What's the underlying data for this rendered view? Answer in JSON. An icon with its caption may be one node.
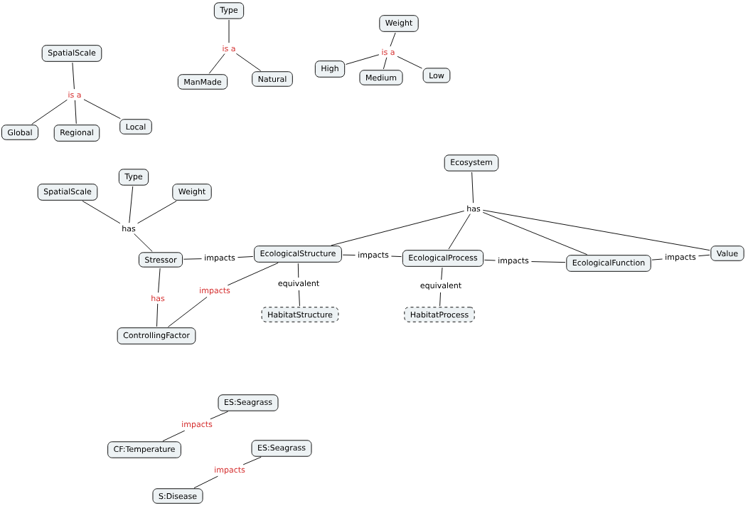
{
  "diagram": {
    "nodes": [
      {
        "text": [
          "Type"
        ]
      },
      {
        "text": [
          "is a"
        ]
      },
      {
        "text": [
          "Weight"
        ]
      },
      {
        "text": [
          "is a"
        ]
      },
      {
        "text": [
          "SpatialScale"
        ]
      },
      {
        "text": [
          "is a"
        ]
      },
      {
        "text": [
          "ManMade"
        ]
      },
      {
        "text": [
          "Natural"
        ]
      },
      {
        "text": [
          "High"
        ]
      },
      {
        "text": [
          "Medium"
        ]
      },
      {
        "text": [
          "Low"
        ]
      },
      {
        "text": [
          "Global"
        ]
      },
      {
        "text": [
          "Regional"
        ]
      },
      {
        "text": [
          "Local"
        ]
      },
      {
        "text": [
          "Ecosystem"
        ]
      },
      {
        "text": [
          "Type"
        ]
      },
      {
        "text": [
          "SpatialScale"
        ]
      },
      {
        "text": [
          "Weight"
        ]
      },
      {
        "text": [
          "has"
        ]
      },
      {
        "text": [
          "has"
        ]
      },
      {
        "text": [
          "Stressor"
        ]
      },
      {
        "text": [
          "impacts"
        ]
      },
      {
        "text": [
          "EcologicalStructure"
        ]
      },
      {
        "text": [
          "impacts"
        ]
      },
      {
        "text": [
          "EcologicalProcess"
        ]
      },
      {
        "text": [
          "impacts"
        ]
      },
      {
        "text": [
          "EcologicalFunction"
        ]
      },
      {
        "text": [
          "impacts"
        ]
      },
      {
        "text": [
          "Value"
        ]
      },
      {
        "text": [
          "equivalent"
        ]
      },
      {
        "text": [
          "equivalent"
        ]
      },
      {
        "text": [
          "has"
        ]
      },
      {
        "text": [
          "impacts"
        ]
      },
      {
        "text": [
          "HabitatStructure"
        ]
      },
      {
        "text": [
          "HabitatProcess"
        ]
      },
      {
        "text": [
          "ControllingFactor"
        ]
      },
      {
        "text": [
          "ES:Seagrass"
        ]
      },
      {
        "text": [
          "impacts"
        ]
      },
      {
        "text": [
          "ES:Seagrass"
        ]
      },
      {
        "text": [
          "CF:Temperature"
        ]
      },
      {
        "text": [
          "impacts"
        ]
      },
      {
        "text": [
          "S:Disease"
        ]
      }
    ],
    "edges": [
      {
        "from": 0,
        "to": 1,
        "arrow": "none"
      },
      {
        "from": 1,
        "to": 6,
        "arrow": "none"
      },
      {
        "from": 1,
        "to": 7,
        "arrow": "none"
      },
      {
        "from": 2,
        "to": 3,
        "arrow": "none"
      },
      {
        "from": 3,
        "to": 8,
        "arrow": "none"
      },
      {
        "from": 3,
        "to": 9,
        "arrow": "none"
      },
      {
        "from": 3,
        "to": 10,
        "arrow": "none"
      },
      {
        "from": 4,
        "to": 5,
        "arrow": "none"
      },
      {
        "from": 5,
        "to": 11,
        "arrow": "none"
      },
      {
        "from": 5,
        "to": 12,
        "arrow": "none"
      },
      {
        "from": 5,
        "to": 13,
        "arrow": "none"
      },
      {
        "from": 16,
        "to": 18,
        "arrow": "none"
      },
      {
        "from": 15,
        "to": 18,
        "arrow": "none"
      },
      {
        "from": 17,
        "to": 18,
        "arrow": "none"
      },
      {
        "from": 18,
        "to": 20,
        "arrow": "none"
      },
      {
        "from": 14,
        "to": 19,
        "arrow": "none"
      },
      {
        "from": 19,
        "to": 22,
        "arrow": "none"
      },
      {
        "from": 19,
        "to": 24,
        "arrow": "none"
      },
      {
        "from": 19,
        "to": 26,
        "arrow": "none"
      },
      {
        "from": 19,
        "to": 28,
        "arrow": "none"
      },
      {
        "from": 20,
        "to": 21,
        "arrow": "none"
      },
      {
        "from": 21,
        "to": 22,
        "arrow": "none"
      },
      {
        "from": 22,
        "to": 23,
        "arrow": "none"
      },
      {
        "from": 23,
        "to": 24,
        "arrow": "none"
      },
      {
        "from": 24,
        "to": 25,
        "arrow": "none"
      },
      {
        "from": 25,
        "to": 26,
        "arrow": "none"
      },
      {
        "from": 26,
        "to": 27,
        "arrow": "none"
      },
      {
        "from": 27,
        "to": 28,
        "arrow": "none"
      },
      {
        "from": 22,
        "to": 29,
        "arrow": "none"
      },
      {
        "from": 29,
        "to": 33,
        "arrow": "none"
      },
      {
        "from": 24,
        "to": 30,
        "arrow": "none"
      },
      {
        "from": 30,
        "to": 34,
        "arrow": "none"
      },
      {
        "from": 20,
        "to": 31,
        "arrow": "none"
      },
      {
        "from": 31,
        "to": 35,
        "arrow": "none"
      },
      {
        "from": 35,
        "to": 32,
        "arrow": "none"
      },
      {
        "from": 32,
        "to": 22,
        "arrow": "none"
      },
      {
        "from": 36,
        "to": 37,
        "arrow": "none"
      },
      {
        "from": 37,
        "to": 39,
        "arrow": "none"
      },
      {
        "from": 38,
        "to": 40,
        "arrow": "none"
      },
      {
        "from": 40,
        "to": 41,
        "arrow": "none"
      }
    ]
  }
}
